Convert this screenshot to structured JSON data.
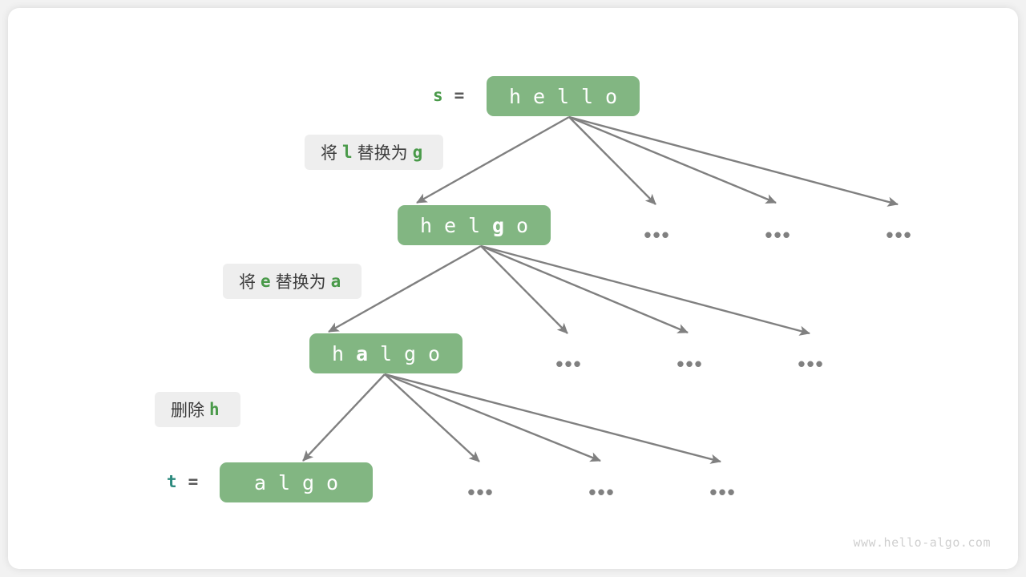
{
  "meta": {
    "watermark": "www.hello-algo.com",
    "background_color": "#f2f2f2",
    "card_color": "#ffffff",
    "box_color": "#82b682",
    "arrow_color": "#808080",
    "label_bg_color": "#eeeeee",
    "accent_green": "#4a9a4a",
    "accent_teal": "#2d8a7e"
  },
  "variables": {
    "source": {
      "name": "s",
      "equals": "="
    },
    "target": {
      "name": "t",
      "equals": "="
    }
  },
  "rows": [
    {
      "id": "row-hello",
      "string": "hello",
      "chars": [
        {
          "ch": "h",
          "highlight": false
        },
        {
          "ch": "e",
          "highlight": false
        },
        {
          "ch": "l",
          "highlight": false
        },
        {
          "ch": "l",
          "highlight": false
        },
        {
          "ch": "o",
          "highlight": false
        }
      ]
    },
    {
      "id": "row-helgo",
      "string": "helgo",
      "chars": [
        {
          "ch": "h",
          "highlight": false
        },
        {
          "ch": "e",
          "highlight": false
        },
        {
          "ch": "l",
          "highlight": false
        },
        {
          "ch": "g",
          "highlight": true
        },
        {
          "ch": "o",
          "highlight": false
        }
      ]
    },
    {
      "id": "row-halgo",
      "string": "halgo",
      "chars": [
        {
          "ch": "h",
          "highlight": false
        },
        {
          "ch": "a",
          "highlight": true
        },
        {
          "ch": "l",
          "highlight": false
        },
        {
          "ch": "g",
          "highlight": false
        },
        {
          "ch": "o",
          "highlight": false
        }
      ]
    },
    {
      "id": "row-algo",
      "string": "algo",
      "chars": [
        {
          "ch": "a",
          "highlight": false
        },
        {
          "ch": "l",
          "highlight": false
        },
        {
          "ch": "g",
          "highlight": false
        },
        {
          "ch": "o",
          "highlight": false
        }
      ]
    }
  ],
  "operations": [
    {
      "id": "op-replace-l-g",
      "prefix": "将",
      "from": "l",
      "middle": "替换为",
      "to": "g",
      "suffix": ""
    },
    {
      "id": "op-replace-e-a",
      "prefix": "将",
      "from": "e",
      "middle": "替换为",
      "to": "a",
      "suffix": ""
    },
    {
      "id": "op-delete-h",
      "prefix": "删除",
      "from": "h",
      "middle": "",
      "to": "",
      "suffix": ""
    }
  ],
  "ellipses": {
    "text": "•••",
    "row1": [
      "•••",
      "•••",
      "•••"
    ],
    "row2": [
      "•••",
      "•••",
      "•••"
    ],
    "row3": [
      "•••",
      "•••",
      "•••"
    ]
  }
}
